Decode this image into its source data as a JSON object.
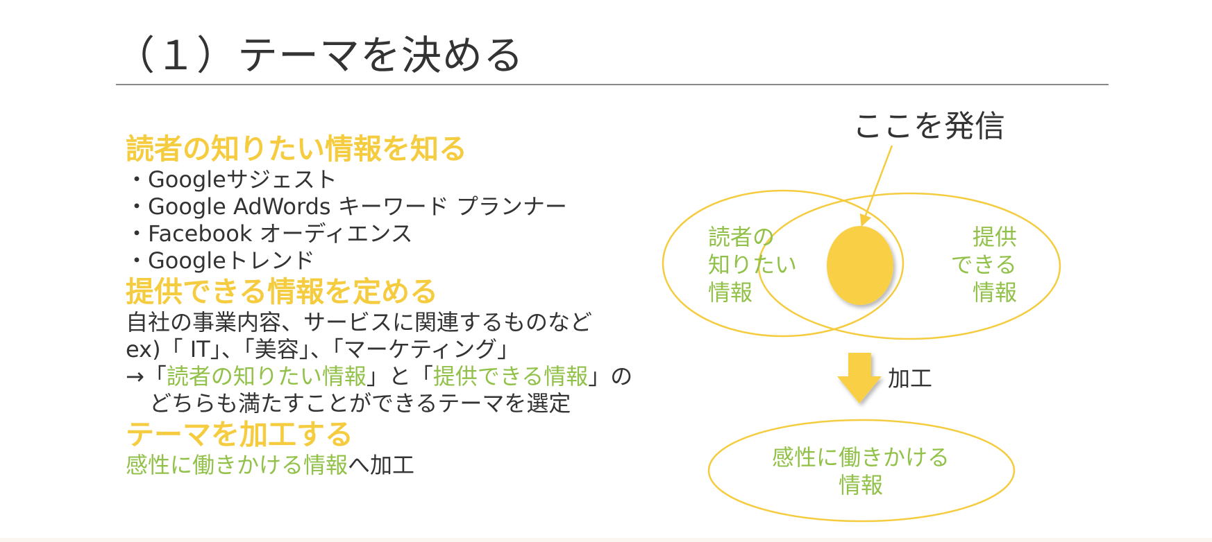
{
  "slide": {
    "title": "（１）テーマを決める"
  },
  "left": {
    "section1": {
      "heading": "読者の知りたい情報を知る",
      "items": [
        "・Googleサジェスト",
        "・Google AdWords キーワード プランナー",
        "・Facebook オーディエンス",
        "・Googleトレンド"
      ]
    },
    "section2": {
      "heading": "提供できる情報を定める",
      "line1": "自社の事業内容、サービスに関連するものなど",
      "line2": "ex)「 IT」、「美容」、「マーケティング」",
      "line3": {
        "prefix": "→「",
        "green1": "読者の知りたい情報",
        "middle": "」と「",
        "green2": "提供できる情報",
        "suffix": "」の"
      },
      "line4": "どちらも満たすことができるテーマを選定"
    },
    "section3": {
      "heading": "テーマを加工する",
      "line_green": "感性に働きかける情報",
      "line_rest": "へ加工"
    }
  },
  "diagram": {
    "callout": "ここを発信",
    "left_circle": [
      "読者の",
      "知りたい",
      "情報"
    ],
    "right_circle": [
      "提供",
      "できる",
      "情報"
    ],
    "arrow_label": "加工",
    "bottom_ellipse": [
      "感性に働きかける",
      "情報"
    ]
  },
  "colors": {
    "heading_yellow": "#f5cc3f",
    "ellipse_stroke": "#f5cc3f",
    "highlight_fill": "#f9cf45",
    "accent_green": "#92c14a",
    "text": "#333333",
    "rule": "#888888"
  }
}
